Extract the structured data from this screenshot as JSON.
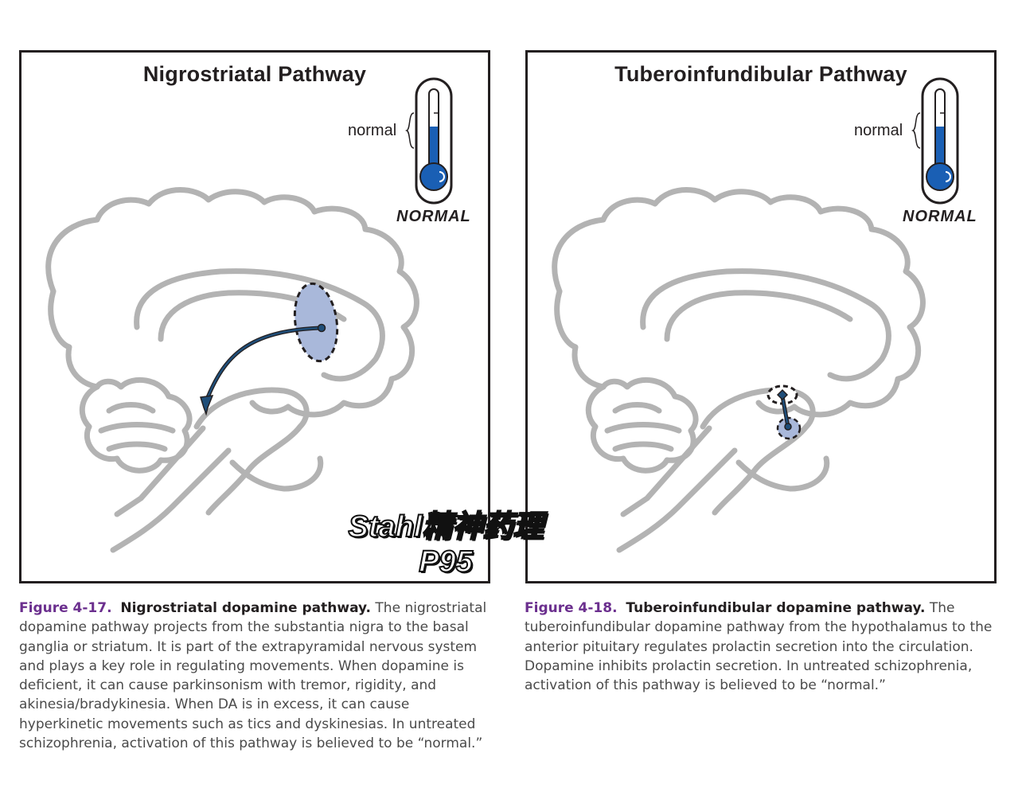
{
  "panels": [
    {
      "title": "Nigrostriatal Pathway",
      "thermometer": {
        "range_label": "normal",
        "status": "NORMAL"
      }
    },
    {
      "title": "Tuberoinfundibular Pathway",
      "thermometer": {
        "range_label": "normal",
        "status": "NORMAL"
      }
    }
  ],
  "captions": [
    {
      "number": "Figure 4-17.",
      "title": "Nigrostriatal dopamine pathway.",
      "text": "The nigrostriatal dopamine pathway projects from the substantia nigra to the basal ganglia or striatum. It is part of the extrapyramidal nervous system and plays a key role in regulating movements. When dopamine is deficient, it can cause parkinsonism with tremor, rigidity, and akinesia/bradykinesia. When DA is in excess, it can cause hyperkinetic movements such as tics and dyskinesias. In untreated schizophrenia, activation of this pathway is believed to be “normal.”"
    },
    {
      "number": "Figure 4-18.",
      "title": "Tuberoinfundibular dopamine pathway.",
      "text": "The tuberoinfundibular dopamine pathway from the hypothalamus to the anterior pituitary regulates prolactin secretion into the circulation. Dopamine inhibits prolactin secretion. In untreated schizophrenia, activation of this pathway is believed to be “normal.”"
    }
  ],
  "watermark": {
    "line1": "Stahl精神药理",
    "line2": "P95"
  },
  "colors": {
    "brain_outline": "#b3b3b3",
    "pathway": "#1f4e79",
    "region_fill": "#a9b8da",
    "thermo_fill": "#1a5fb4",
    "figure_number": "#6b2f8e"
  }
}
